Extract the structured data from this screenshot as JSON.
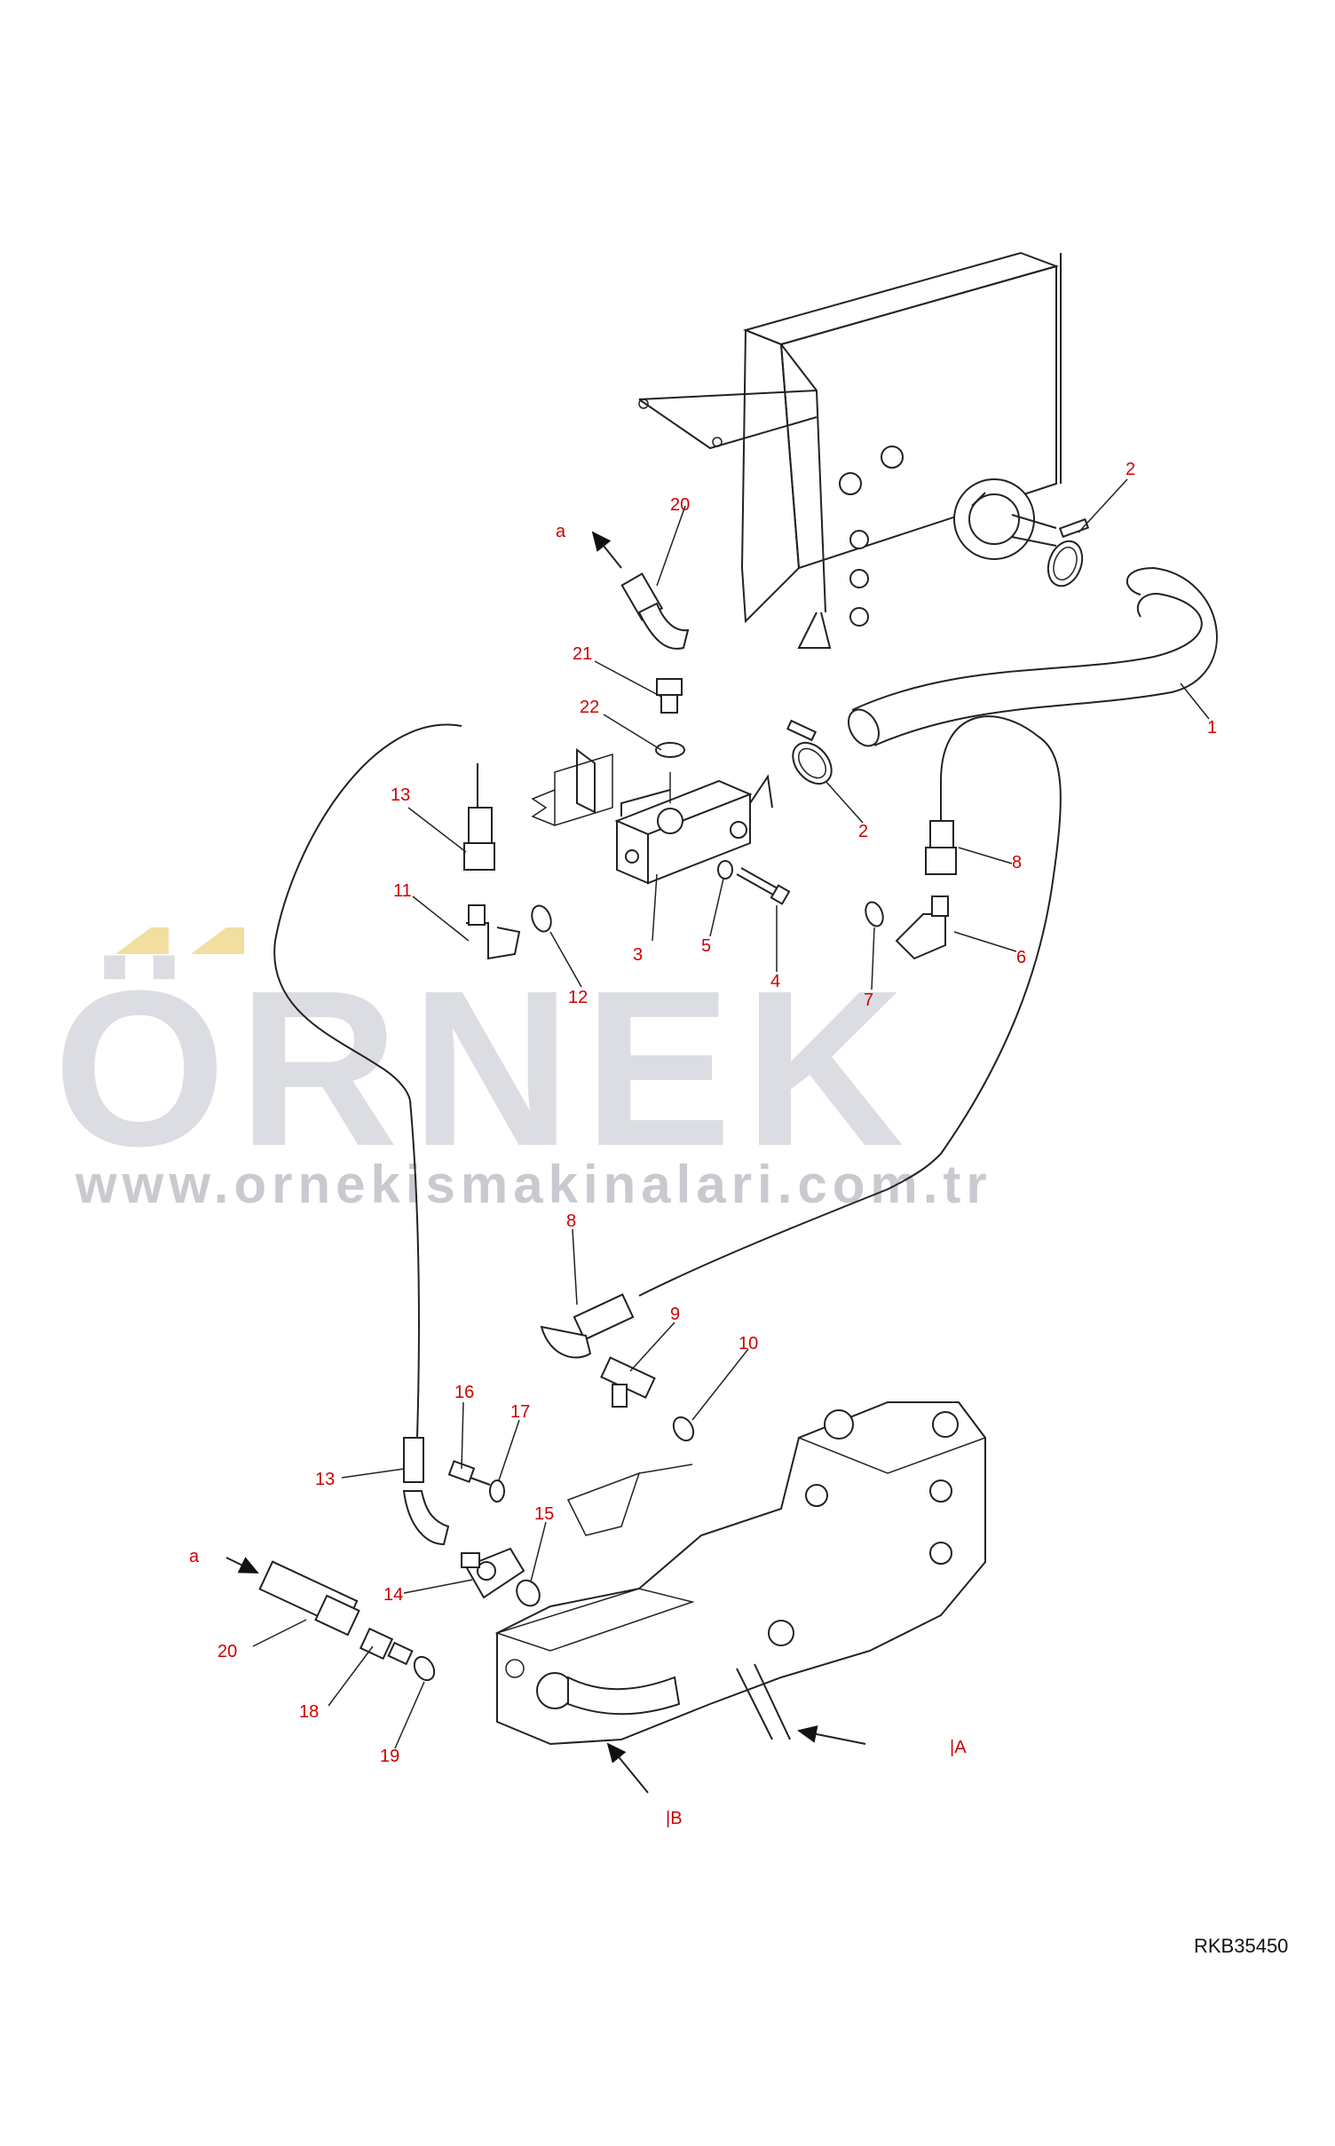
{
  "watermark": {
    "brand": "ÖRNEK",
    "url": "www.ornekismakinalari.com.tr"
  },
  "drawing_code": "RKB35450",
  "callouts": {
    "c1": "1",
    "c2a": "2",
    "c2b": "2",
    "c3": "3",
    "c4": "4",
    "c5": "5",
    "c6": "6",
    "c7": "7",
    "c8a": "8",
    "c8b": "8",
    "c9": "9",
    "c10": "10",
    "c11": "11",
    "c12": "12",
    "c13a": "13",
    "c13b": "13",
    "c14": "14",
    "c15": "15",
    "c16": "16",
    "c17": "17",
    "c18": "18",
    "c19": "19",
    "c20a": "20",
    "c20b": "20",
    "c21": "21",
    "c22": "22",
    "ref_a1": "a",
    "ref_a2": "a",
    "ref_A": "|A",
    "ref_B": "|B"
  },
  "colors": {
    "callout": "#cc0000",
    "watermark": "#dcdde2",
    "watermark_accent": "#f2dfa0"
  }
}
